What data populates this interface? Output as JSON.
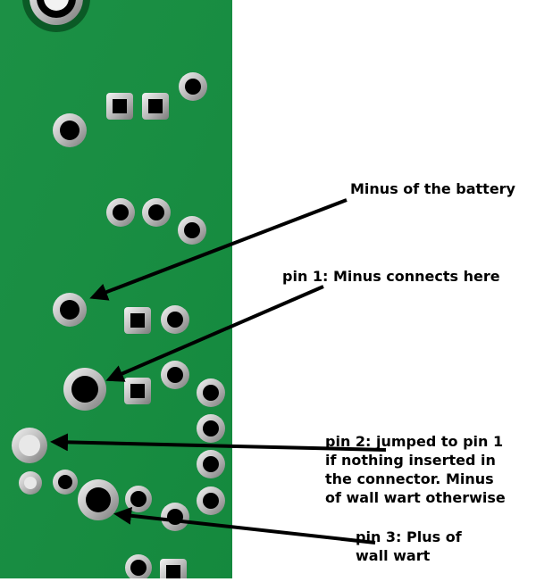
{
  "image": {
    "subject": "PCB back side with pads and annotation arrows",
    "board_color": "#0e8a3a",
    "background_color": "#ffffff"
  },
  "annotations": {
    "battery_minus": "Minus of the battery",
    "pin1": "pin 1: Minus connects here",
    "pin2": "pin 2: jumped to pin 1\nif nothing inserted in\nthe connector. Minus\nof wall wart otherwise",
    "pin3": "pin 3: Plus of\nwall wart"
  }
}
